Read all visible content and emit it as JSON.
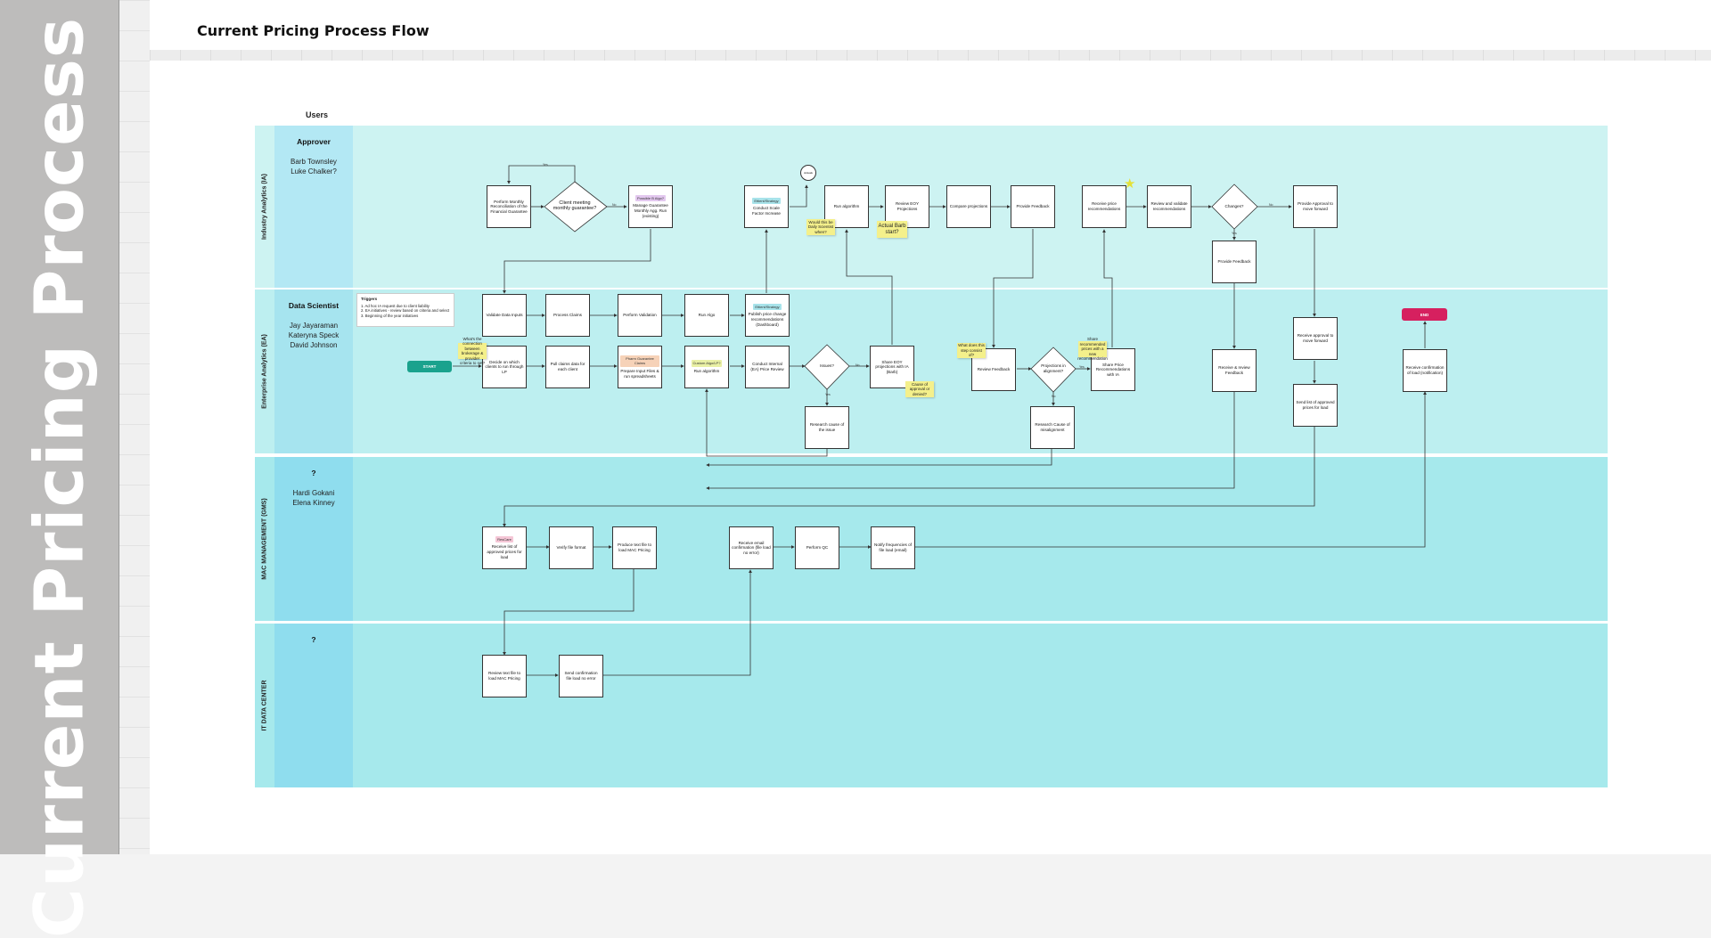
{
  "banner_title": "Current Pricing Process Flow",
  "page_title": "Current Pricing Process Flow",
  "users_label": "Users",
  "lanes": [
    {
      "name": "Industry Analytics (IA)",
      "role": "Approver",
      "people": [
        "Barb Townsley",
        "Luke Chalker?"
      ],
      "color": "#cdf3f2",
      "role_color": "#b3e8f4"
    },
    {
      "name": "Enterprise Analytics (EA)",
      "role": "Data Scientist",
      "people": [
        "Jay Jayaraman",
        "Kateryna Speck",
        "David Johnson"
      ],
      "color": "#bdeff0",
      "role_color": "#a6e4ef"
    },
    {
      "name": "MAC MANAGEMENT (GMS)",
      "role": "?",
      "people": [
        "Hardi Gokani",
        "Elena Kinney"
      ],
      "color": "#a6e9ec",
      "role_color": "#8fddee"
    },
    {
      "name": "IT DATA CENTER",
      "role": "?",
      "people": [],
      "color": "#a6e9ec",
      "role_color": "#8fddee"
    }
  ],
  "triggers": {
    "title": "Triggers",
    "items": [
      "1. Ad hoc IA request due to client liability",
      "2. EA initiatives - review based on criteria and select",
      "3. Beginning of the year initiatives"
    ]
  },
  "start_label": "START",
  "end_label": "END",
  "ia": {
    "perform_recon": "Perform Monthly Reconciliation of the Financial Guarantee",
    "client_meeting": "Client meeting monthly guarantee?",
    "manage_guarantee": "Manage Guarantee Monthly Agg. Run (existing)",
    "manage_tag": "Possible B Algo?",
    "scale_factor": "Conduct Scale Factor Increase",
    "scale_tag": "Ettient/Strategy",
    "run_algorithm": "Run algorithm",
    "review_eoy": "Review EOY Projections",
    "compare_projections": "Compare projections",
    "provide_feedback": "Provide Feedback",
    "receive_recommendations": "Receive price recommendations",
    "review_validate": "Review and validate recommendations",
    "changes": "Changes?",
    "provide_approval": "Provide Approval to move forward",
    "provide_feedback_2": "Provide Feedback",
    "circle_node": "Actuals"
  },
  "ea": {
    "validate_data": "Validate Data Inputs",
    "process_claims": "Process Claims",
    "perform_validation": "Perform Validation",
    "run_algo": "Run Algo",
    "publish": "Publish price change recommendations (Dashboard)",
    "publish_tag": "Ettient/Strategy",
    "decide_clients": "Decide on which clients to run through LP",
    "pull_data": "Pull claims data for each client",
    "prepare_files": "Prepare Input Files & run spreadsheets",
    "prepare_tag": "Pharm Guarantee Claims",
    "run_algorithm": "Run algorithm",
    "run_tag": "Custom Algo/LP?",
    "conduct_review": "Conduct Internal (EA) Price Review",
    "issues": "Issues?",
    "research_issue": "Research cause of the issue",
    "share_eoy": "Share EOY projections with IA (Barb)",
    "review_feedback": "Review Feedback",
    "projections_alignment": "Projections in alignment?",
    "research_misalignment": "Research Cause of misalignment",
    "share_price": "Share Price Recommendations with IA",
    "receive_review": "Receive & review Feedback",
    "receive_approval": "Receive approval to move forward",
    "send_list": "Send list of approved prices for load",
    "receive_confirmation": "Receive confirmation of load (notification)"
  },
  "gms": {
    "receive_list": "Receive list of approved prices for load",
    "receive_tag": "ResCare",
    "verify_format": "Verify file format",
    "produce_file": "Produce text file to load MAC Pricing",
    "receive_email": "Receive email confirmation (file load no error)",
    "perform_qc": "Perform QC",
    "notify": "Notify frequencies of file load (email)"
  },
  "it": {
    "review_text": "Review text file to load MAC Pricing",
    "send_confirmation": "Send confirmation file load no error"
  },
  "notes": {
    "n_decide": "What's the connection between brokerage & provider criteria to set?",
    "n_would": "Would this be Daily Scientist when?",
    "n_actual": "Actual Barb start?",
    "n_cause": "Cause of approval or denied?",
    "n_what": "What does this step consist of?",
    "n_share": "Share recommended prices with a new recommendation"
  },
  "branch_labels": {
    "yes": "Yes",
    "no": "No"
  }
}
